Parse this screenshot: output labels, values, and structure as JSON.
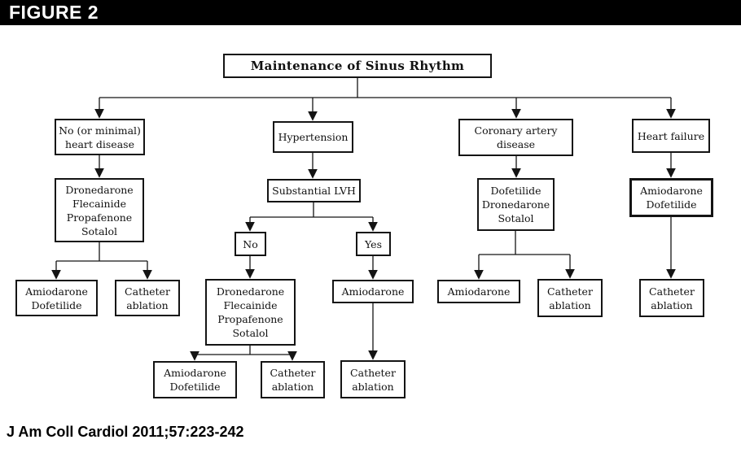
{
  "header": {
    "figure_label": "FIGURE 2"
  },
  "footer": {
    "citation": "J Am Coll Cardiol 2011;57:223-242"
  },
  "colors": {
    "header_bg": "#000000",
    "header_text": "#ffffff",
    "line": "#141414",
    "box_border": "#141414",
    "background": "#ffffff"
  },
  "diagram": {
    "type": "flowchart",
    "title": "Maintenance of Sinus Rhythm",
    "nodes": {
      "root": {
        "label": "Maintenance of Sinus Rhythm"
      },
      "no_heart_disease": {
        "label": "No (or minimal)\nheart disease"
      },
      "nhd_drugs": {
        "label": "Dronedarone\nFlecainide\nPropafenone\nSotalol"
      },
      "nhd_amio_dof": {
        "label": "Amiodarone\nDofetilide"
      },
      "nhd_ablation": {
        "label": "Catheter\nablation"
      },
      "hypertension": {
        "label": "Hypertension"
      },
      "substantial_lvh": {
        "label": "Substantial LVH"
      },
      "lvh_no": {
        "label": "No"
      },
      "lvh_yes": {
        "label": "Yes"
      },
      "lvh_no_drugs": {
        "label": "Dronedarone\nFlecainide\nPropafenone\nSotalol"
      },
      "lvh_yes_amiodarone": {
        "label": "Amiodarone"
      },
      "lvh_no_amio_dof": {
        "label": "Amiodarone\nDofetilide"
      },
      "lvh_no_ablation": {
        "label": "Catheter\nablation"
      },
      "lvh_yes_ablation": {
        "label": "Catheter\nablation"
      },
      "cad": {
        "label": "Coronary artery\ndisease"
      },
      "cad_drugs": {
        "label": "Dofetilide\nDronedarone\nSotalol"
      },
      "cad_amiodarone": {
        "label": "Amiodarone"
      },
      "cad_ablation": {
        "label": "Catheter\nablation"
      },
      "heart_failure": {
        "label": "Heart failure"
      },
      "hf_amio_dof": {
        "label": "Amiodarone\nDofetilide"
      },
      "hf_ablation": {
        "label": "Catheter\nablation"
      }
    },
    "edges": [
      {
        "from": "root",
        "to": "no_heart_disease"
      },
      {
        "from": "root",
        "to": "hypertension"
      },
      {
        "from": "root",
        "to": "cad"
      },
      {
        "from": "root",
        "to": "heart_failure"
      },
      {
        "from": "no_heart_disease",
        "to": "nhd_drugs"
      },
      {
        "from": "nhd_drugs",
        "to": "nhd_amio_dof"
      },
      {
        "from": "nhd_drugs",
        "to": "nhd_ablation"
      },
      {
        "from": "hypertension",
        "to": "substantial_lvh"
      },
      {
        "from": "substantial_lvh",
        "to": "lvh_no"
      },
      {
        "from": "substantial_lvh",
        "to": "lvh_yes"
      },
      {
        "from": "lvh_no",
        "to": "lvh_no_drugs"
      },
      {
        "from": "lvh_no_drugs",
        "to": "lvh_no_amio_dof"
      },
      {
        "from": "lvh_no_drugs",
        "to": "lvh_no_ablation"
      },
      {
        "from": "lvh_yes",
        "to": "lvh_yes_amiodarone"
      },
      {
        "from": "lvh_yes_amiodarone",
        "to": "lvh_yes_ablation"
      },
      {
        "from": "cad",
        "to": "cad_drugs"
      },
      {
        "from": "cad_drugs",
        "to": "cad_amiodarone"
      },
      {
        "from": "cad_drugs",
        "to": "cad_ablation"
      },
      {
        "from": "heart_failure",
        "to": "hf_amio_dof"
      },
      {
        "from": "hf_amio_dof",
        "to": "hf_ablation"
      }
    ]
  }
}
